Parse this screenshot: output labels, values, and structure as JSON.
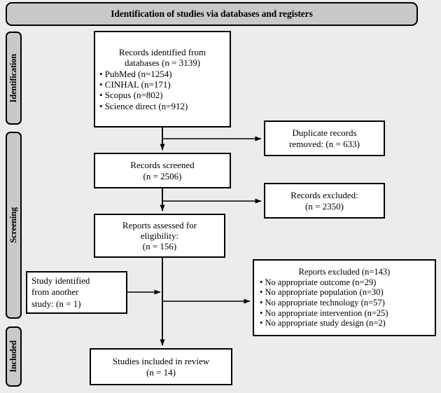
{
  "header": {
    "title": "Identification of studies via databases and registers"
  },
  "phases": [
    {
      "id": "identification",
      "label": "Identification"
    },
    {
      "id": "screening",
      "label": "Screening"
    },
    {
      "id": "included",
      "label": "Included"
    }
  ],
  "boxes": {
    "identified": {
      "heading": [
        "Records identified from",
        "databases (n = 3139)"
      ],
      "bullets": [
        "• PubMed (n=1254)",
        "• CINHAL (n=171)",
        "• Scopus (n=802)",
        "• Science direct (n=912)"
      ]
    },
    "duplicates": {
      "lines": [
        "Duplicate records",
        "removed: (n = 633)"
      ]
    },
    "screened": {
      "lines": [
        "Records screened",
        "(n = 2506)"
      ]
    },
    "excluded": {
      "lines": [
        "Records excluded:",
        "(n = 2350)"
      ]
    },
    "eligibility": {
      "lines": [
        "Reports assessed for",
        "eligibility:",
        "(n = 156)"
      ]
    },
    "other_study": {
      "lines": [
        "Study identified",
        "from another",
        "study: (n = 1)"
      ]
    },
    "reports_excluded": {
      "heading": "Reports excluded (n=143)",
      "bullets": [
        "• No appropriate outcome (n=29)",
        "• No appropriate population (n=30)",
        "• No appropriate technology (n=57)",
        "• No appropriate intervention (n=25)",
        "• No appropriate study design (n=2)"
      ]
    },
    "included": {
      "lines": [
        "Studies included in review",
        "(n = 14)"
      ]
    }
  },
  "colors": {
    "background": "#ececec",
    "banner_fill": "#c9c9c9",
    "box_fill": "#ffffff",
    "stroke": "#000000"
  }
}
